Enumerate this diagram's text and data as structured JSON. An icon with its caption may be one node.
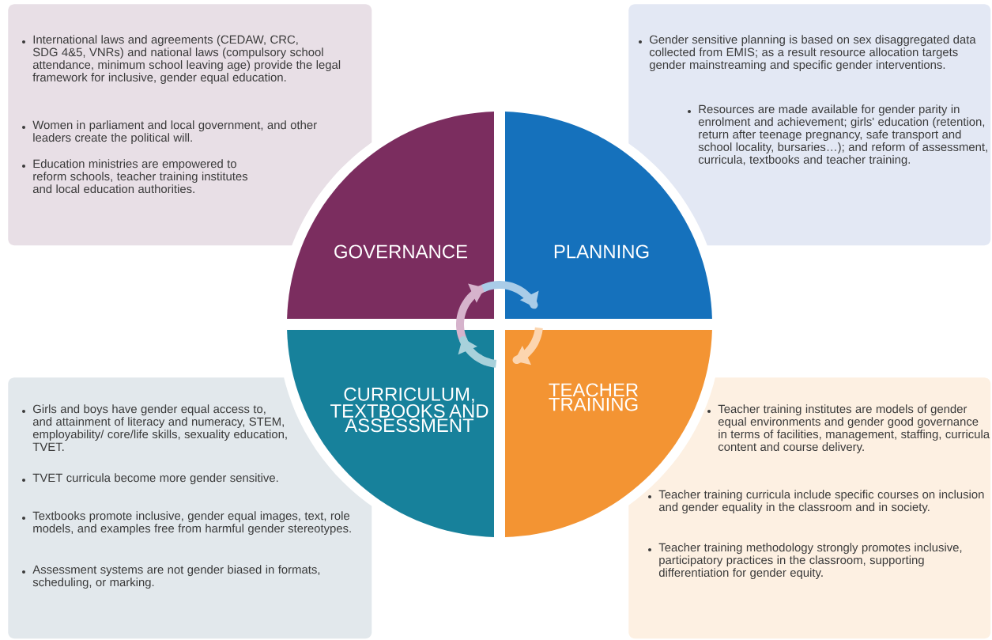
{
  "diagram": {
    "nodes": [
      {
        "text": [
          "International laws and agreements (CEDAW, CRC, SDG 4&5, VNRs) and national laws (compulsory school attendance, minimum school leaving age) provide the legal framework for inclusive, gender equal education.",
          "Women in parliament and local government, and other leaders create the political will.",
          "Education ministries are empowered to reform schools, teacher training institutes and local education authorities."
        ]
      },
      {
        "text": [
          "Gender sensitive planning is based on sex disaggregated data collected from EMIS; as a result resource allocation targets gender mainstreaming and specific gender interventions.",
          "Resources are made available for gender parity in enrolment and achievement; girls' education (retention, return after teenage pregnancy, safe transport and school locality, bursaries…); and reform of assessment, curricula, textbooks and teacher training."
        ]
      },
      {
        "text": [
          "GOVERNANCE"
        ]
      },
      {
        "text": [
          "PLANNING"
        ]
      },
      {
        "text": [
          "CURRICULUM, TEXTBOOKS AND ASSESSMENT"
        ]
      },
      {
        "text": [
          "TEACHER TRAINING"
        ]
      },
      {
        "text": [
          "Girls and boys have gender equal access to, and attainment of literacy and numeracy, STEM, employability/ core/life skills, sexuality education, TVET.",
          "TVET curricula become more gender sensitive.",
          "Textbooks promote inclusive, gender equal images, text, role models, and examples free from harmful gender stereotypes.",
          "Assessment systems are not gender biased in formats, scheduling, or marking."
        ]
      },
      {
        "text": [
          "Teacher training institutes are models of gender equal environments and gender good governance in terms of facilities, management, staffing, curricula content and course delivery.",
          "Teacher training curricula include specific courses on inclusion and gender equality in the classroom and in society.",
          "Teacher training methodology strongly promotes inclusive, participatory practices in the classroom, supporting differentiation for gender equity."
        ]
      }
    ]
  }
}
